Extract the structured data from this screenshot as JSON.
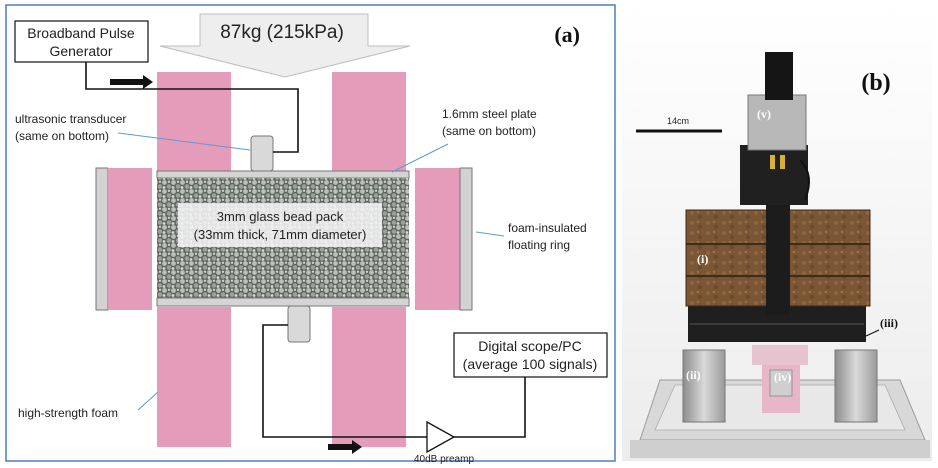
{
  "panel_a": {
    "label": "(a)",
    "load": "87kg (215kPa)",
    "pulse_generator": [
      "Broadband Pulse",
      "Generator"
    ],
    "transducer": [
      "ultrasonic transducer",
      "(same on bottom)"
    ],
    "steel_plate": [
      "1.6mm steel plate",
      "(same on bottom)"
    ],
    "bead_pack": [
      "3mm glass bead pack",
      "(33mm thick, 71mm diameter)"
    ],
    "ring": [
      "foam-insulated",
      "floating ring"
    ],
    "scope": [
      "Digital scope/PC",
      "(average 100 signals)"
    ],
    "foam": "high-strength foam",
    "preamp": "40dB preamp"
  },
  "panel_b": {
    "label": "(b)",
    "scale": "14cm",
    "markers": {
      "i": "(i)",
      "ii": "(ii)",
      "iii": "(iii)",
      "iv": "(iv)",
      "v": "(v)"
    }
  },
  "colors": {
    "foam": "#e59cbb",
    "frame": "#4a7ec5",
    "steel": "#d4d4d4",
    "ring_bar": "#d2d2d2",
    "load_arrow": "#eeeeee",
    "leader": "#5b9bd5"
  }
}
